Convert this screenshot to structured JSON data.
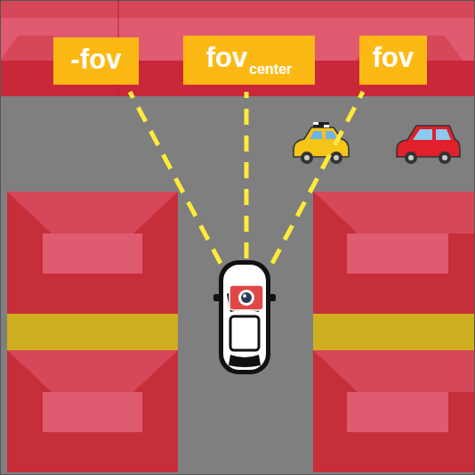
{
  "diagram": {
    "nodes": [
      {
        "text": [
          "-fov"
        ]
      },
      {
        "text": [
          "fov",
          "center"
        ]
      },
      {
        "text": [
          "fov"
        ]
      }
    ]
  }
}
